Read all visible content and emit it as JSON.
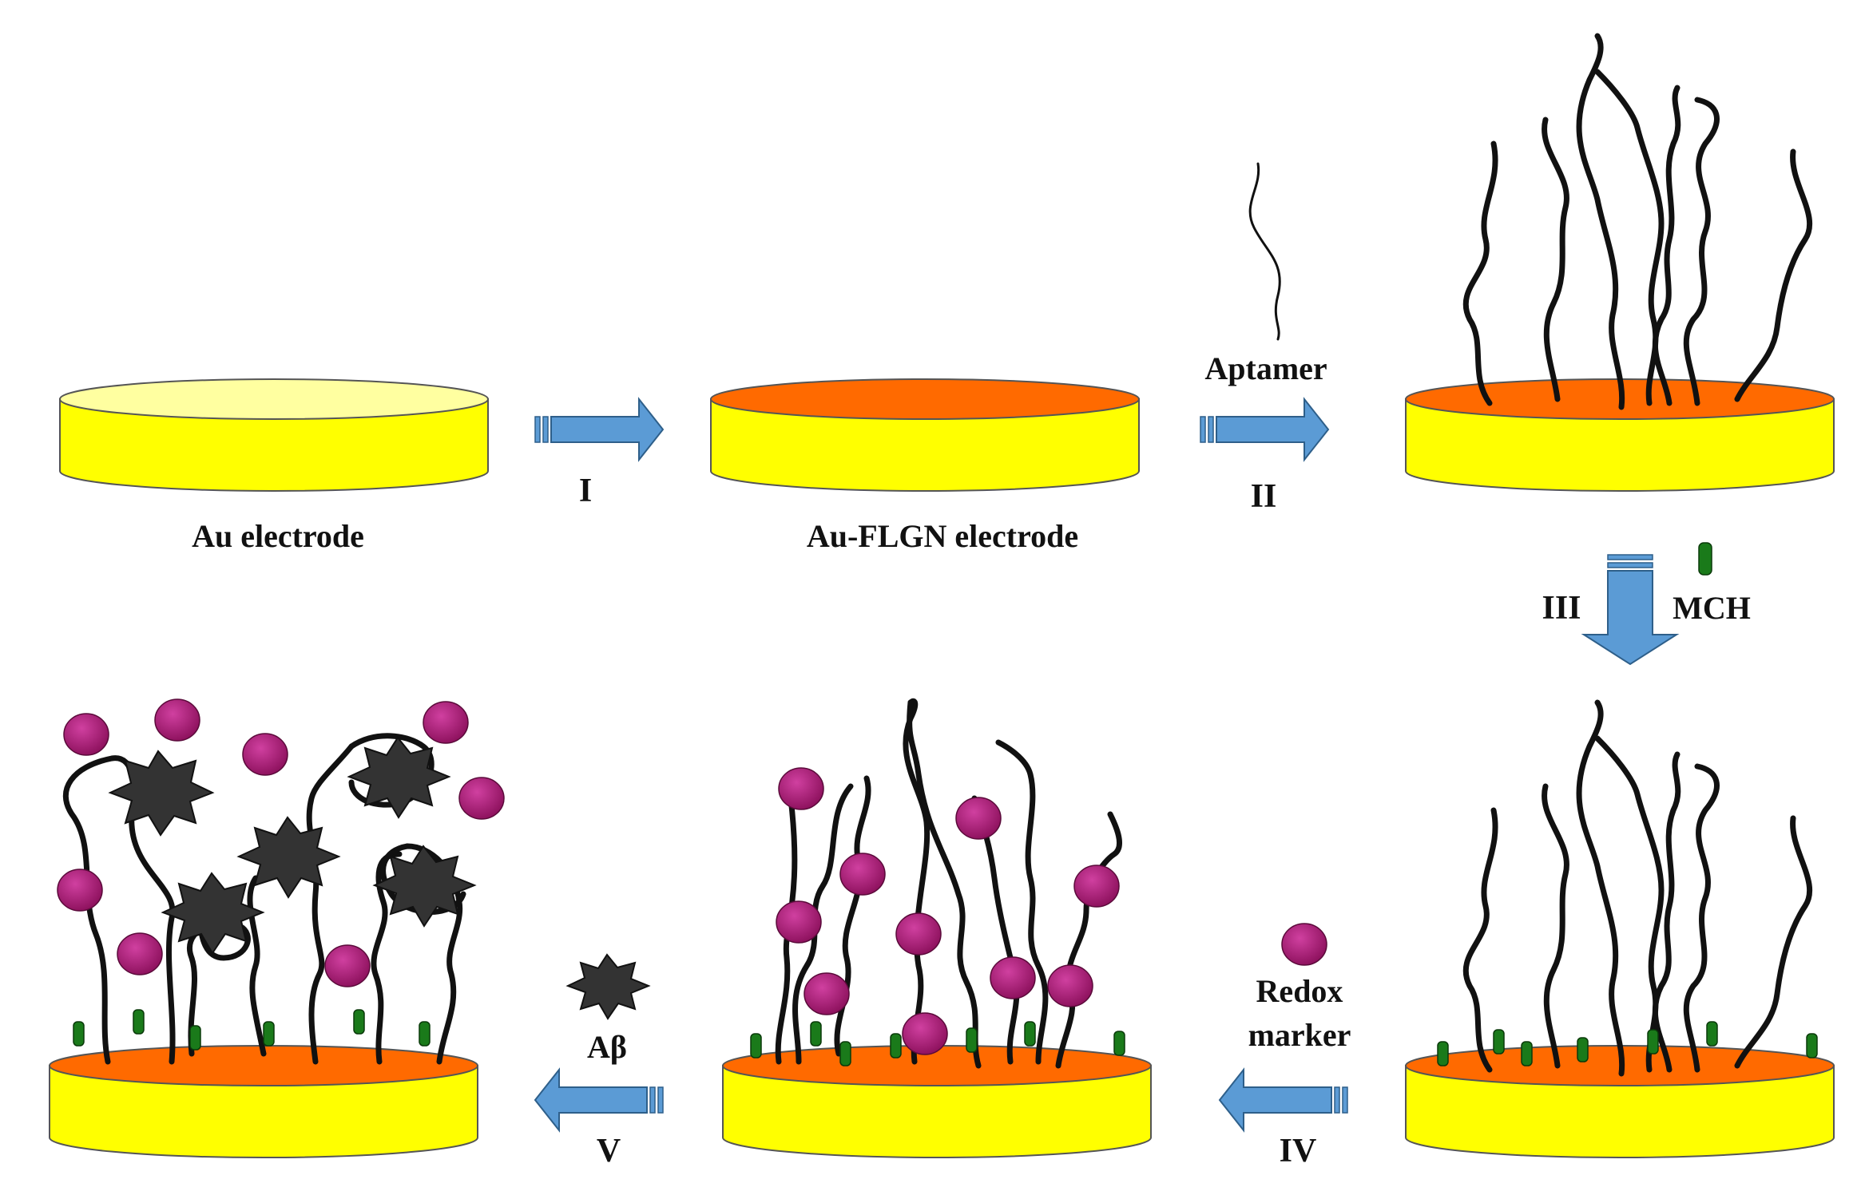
{
  "labels": {
    "au_electrode": "Au electrode",
    "au_flgn_electrode": "Au-FLGN electrode",
    "aptamer": "Aptamer",
    "mch": "MCH",
    "redox_line1": "Redox",
    "redox_line2": "marker",
    "abeta": "Aβ"
  },
  "steps": [
    "I",
    "II",
    "III",
    "IV",
    "V"
  ],
  "colors": {
    "electrode_side": "#ffff00",
    "electrode_top_au": "#ffffa0",
    "electrode_top_flgn": "#ff6a00",
    "arrow": "#5b9bd5",
    "redox_marker": "#a0186e",
    "mch": "#1a7a1a",
    "abeta": "#333333",
    "strand": "#111111"
  }
}
